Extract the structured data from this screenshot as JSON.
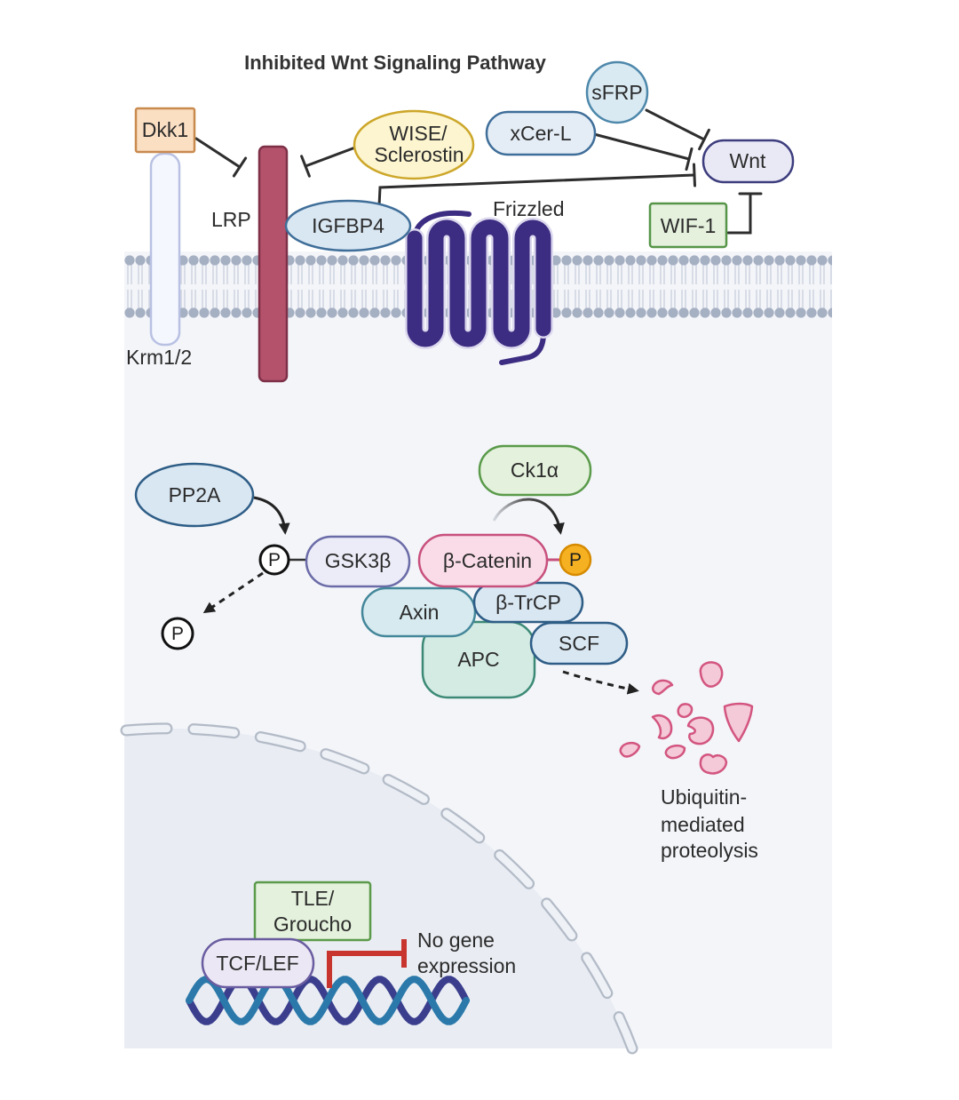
{
  "title": "Inhibited Wnt Signaling Pathway",
  "extracellular": {
    "dkk1": "Dkk1",
    "krm": "Krm1/2",
    "lrp": "LRP",
    "wise": [
      "WISE/",
      "Sclerostin"
    ],
    "xcer_l": "xCer-L",
    "sfrp": "sFRP",
    "wnt": "Wnt",
    "igfbp4": "IGFBP4",
    "frizzled": "Frizzled",
    "wif1": "WIF-1"
  },
  "cytoplasm": {
    "pp2a": "PP2A",
    "phosphate": "P",
    "gsk3b": "GSK3β",
    "beta_catenin": "β-Catenin",
    "ck1a": "Ck1α",
    "axin": "Axin",
    "beta_trcp": "β-TrCP",
    "apc": "APC",
    "scf": "SCF",
    "proteolysis": [
      "Ubiquitin-",
      "mediated",
      "proteolysis"
    ]
  },
  "nucleus": {
    "tle_groucho": [
      "TLE/",
      "Groucho"
    ],
    "tcf_lef": "TCF/LEF",
    "outcome": [
      "No gene",
      "expression"
    ]
  },
  "colors": {
    "lrp": "#b4526c",
    "frizzled": "#3d2d82",
    "beta_catenin": "#f9dce7",
    "phosphate_bound": "#f6b123",
    "repression": "#c8352e",
    "fragment": "#f4c9d8",
    "dna_strand_1": "#3a3e8d",
    "dna_strand_2": "#2b79aa"
  }
}
